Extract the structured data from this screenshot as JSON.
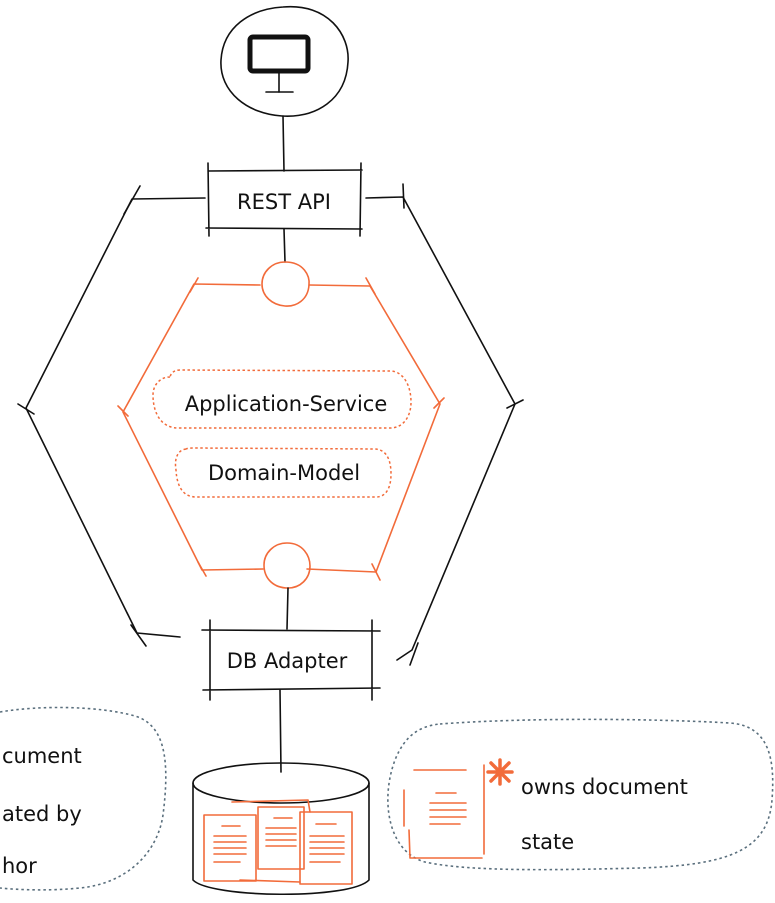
{
  "nodes": {
    "rest_api": "REST API",
    "application_service": "Application-Service",
    "domain_model": "Domain-Model",
    "db_adapter": "DB Adapter"
  },
  "notes": {
    "left": [
      "cument",
      "ated by",
      "hor"
    ],
    "right": [
      "owns document",
      "state"
    ]
  },
  "icons": [
    "monitor-icon",
    "database-icon",
    "document-icon",
    "asterisk-icon"
  ],
  "colors": {
    "ink": "#111111",
    "accent": "#f26b3a",
    "note_border": "#5a6f7d"
  }
}
